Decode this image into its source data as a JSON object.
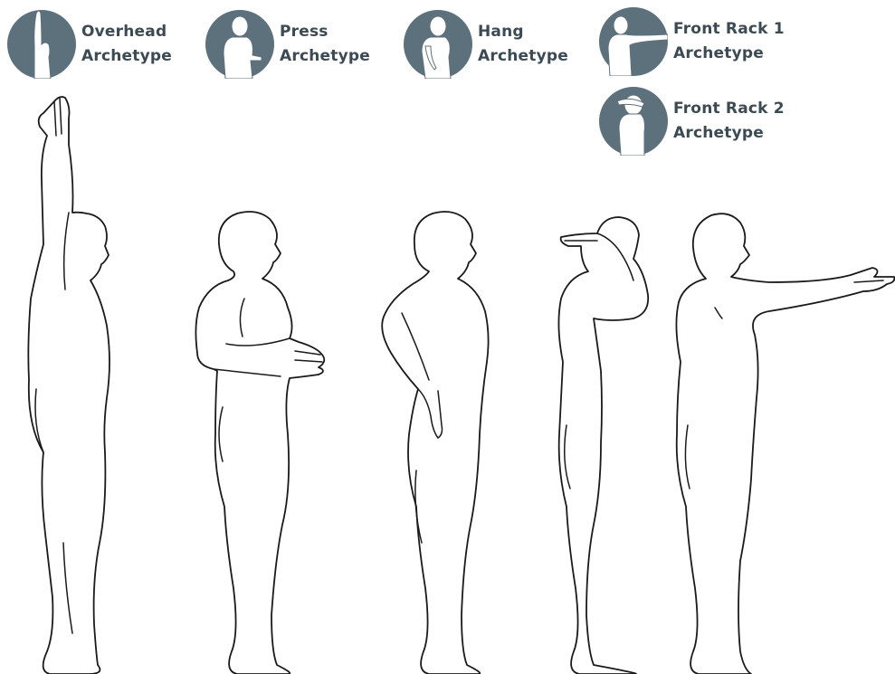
{
  "legend": [
    {
      "id": "overhead",
      "line1": "Overhead",
      "line2": "Archetype",
      "icon": "overhead-archetype-icon"
    },
    {
      "id": "press",
      "line1": "Press",
      "line2": "Archetype",
      "icon": "press-archetype-icon"
    },
    {
      "id": "hang",
      "line1": "Hang",
      "line2": "Archetype",
      "icon": "hang-archetype-icon"
    },
    {
      "id": "front1",
      "line1": "Front Rack 1",
      "line2": "Archetype",
      "icon": "front-rack-1-archetype-icon"
    },
    {
      "id": "front2",
      "line1": "Front Rack 2",
      "line2": "Archetype",
      "icon": "front-rack-2-archetype-icon"
    }
  ],
  "colors": {
    "badge": "#5d717d",
    "label": "#3c4a54",
    "outline": "#1a1a1a",
    "background": "#ffffff"
  }
}
